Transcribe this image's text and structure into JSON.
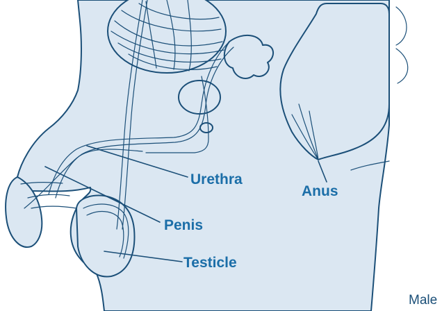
{
  "labels": {
    "urethra": "Urethra",
    "anus": "Anus",
    "penis": "Penis",
    "testicle": "Testicle"
  },
  "caption": "Male",
  "colors": {
    "fill": "#dbe7f2",
    "outline": "#1b4f78",
    "label": "#1b6ea8"
  }
}
